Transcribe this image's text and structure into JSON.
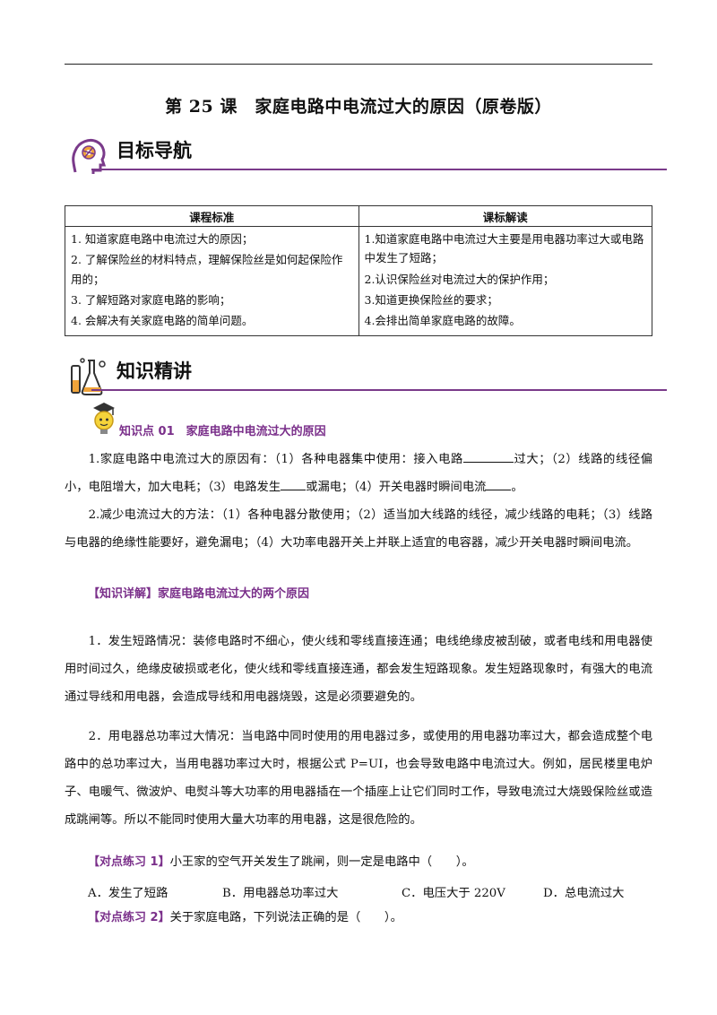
{
  "title": "第 25 课　家庭电路中电流过大的原因（原卷版）",
  "section1": {
    "label": "目标导航",
    "icon": "brain-gear-icon"
  },
  "table": {
    "headers": [
      "课程标准",
      "课标解读"
    ],
    "left": [
      "1. 知道家庭电路中电流过大的原因；",
      "2. 了解保险丝的材料特点，理解保险丝是如何起保险作用的；",
      "3. 了解短路对家庭电路的影响；",
      "4. 会解决有关家庭电路的简单问题。"
    ],
    "right": [
      "1.知道家庭电路中电流过大主要是用电器功率过大或电路中发生了短路；",
      "2.认识保险丝对电流过大的保护作用；",
      "3.知道更换保险丝的要求；",
      "4.会排出简单家庭电路的故障。"
    ]
  },
  "section2": {
    "label": "知识精讲",
    "icon": "lab-flask-icon"
  },
  "knowledge_point": {
    "label": "知识点 01　家庭电路中电流过大的原因",
    "icon": "lightbulb-graduate-icon"
  },
  "p1": {
    "a": "1.家庭电路中电流过大的原因有：（1）各种电器集中使用：接入电路",
    "b": "过大；（2）线路的线径偏小，电阻增大，加大电耗；（3）电路发生",
    "c": "或漏电；（4）开关电器时瞬间电流",
    "d": "。"
  },
  "p2": "2.减少电流过大的方法：（1）各种电器分散使用；（2）适当加大线路的线径，减少线路的电耗；（3）线路与电器的绝缘性能要好，避免漏电；（4）大功率电器开关上并联上适宜的电容器，减少开关电器时瞬间电流。",
  "detail_heading": "【知识详解】家庭电路电流过大的两个原因",
  "p3": "1．发生短路情况：装修电路时不细心，使火线和零线直接连通；电线绝缘皮被刮破，或者电线和用电器使用时间过久，绝缘皮破损或老化，使火线和零线直接连通，都会发生短路现象。发生短路现象时，有强大的电流通过导线和用电器，会造成导线和用电器烧毁，这是必须要避免的。",
  "p4": "2．用电器总功率过大情况：当电路中同时使用的用电器过多，或使用的用电器功率过大，都会造成整个电路中的总功率过大，当用电器功率过大时，根据公式 P=UI，也会导致电路中电流过大。例如，居民楼里电炉子、电暖气、微波炉、电熨斗等大功率的用电器插在一个插座上让它们同时工作，导致电流过大烧毁保险丝或造成跳闸等。所以不能同时使用大量大功率的用电器，这是很危险的。",
  "ex1": {
    "tag": "【对点练习 1】",
    "q": "小王家的空气开关发生了跳闸，则一定是电路中（　　）。",
    "options": [
      "A．发生了短路",
      "B．用电器总功率过大",
      "C．电压大于 220V",
      "D．总电流过大"
    ]
  },
  "ex2": {
    "tag": "【对点练习 2】",
    "q": "关于家庭电路，下列说法正确的是（　　）。"
  },
  "colors": {
    "accent": "#7a2f8a",
    "rule": "#7a3a8a"
  }
}
